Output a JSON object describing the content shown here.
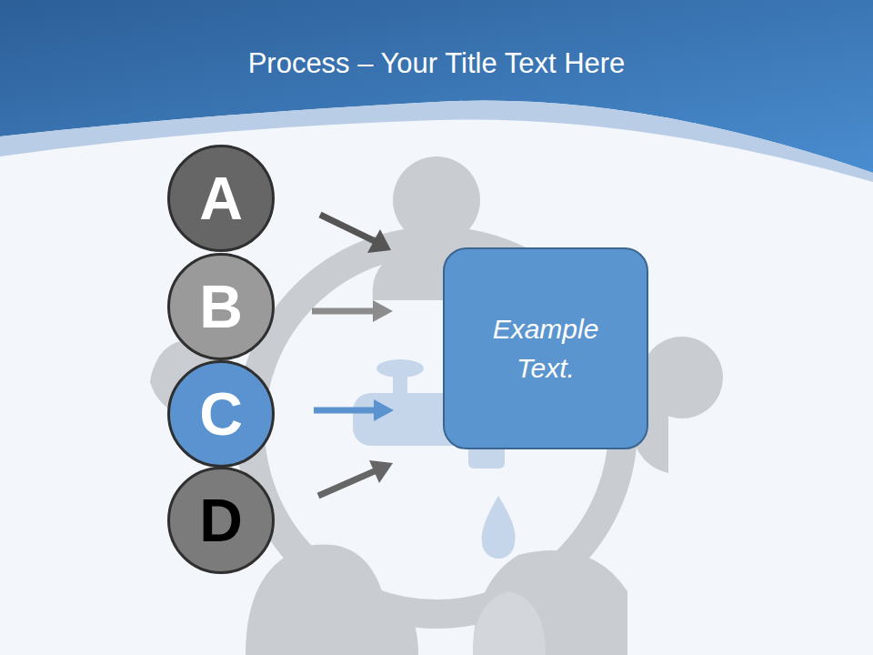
{
  "diagram": {
    "title": "Process – Your Title Text Here",
    "nodes": [
      {
        "text": [
          "A"
        ]
      },
      {
        "text": [
          "B"
        ]
      },
      {
        "text": [
          "C"
        ]
      },
      {
        "text": [
          "D"
        ]
      },
      {
        "text": [
          "Example Text."
        ]
      }
    ]
  }
}
